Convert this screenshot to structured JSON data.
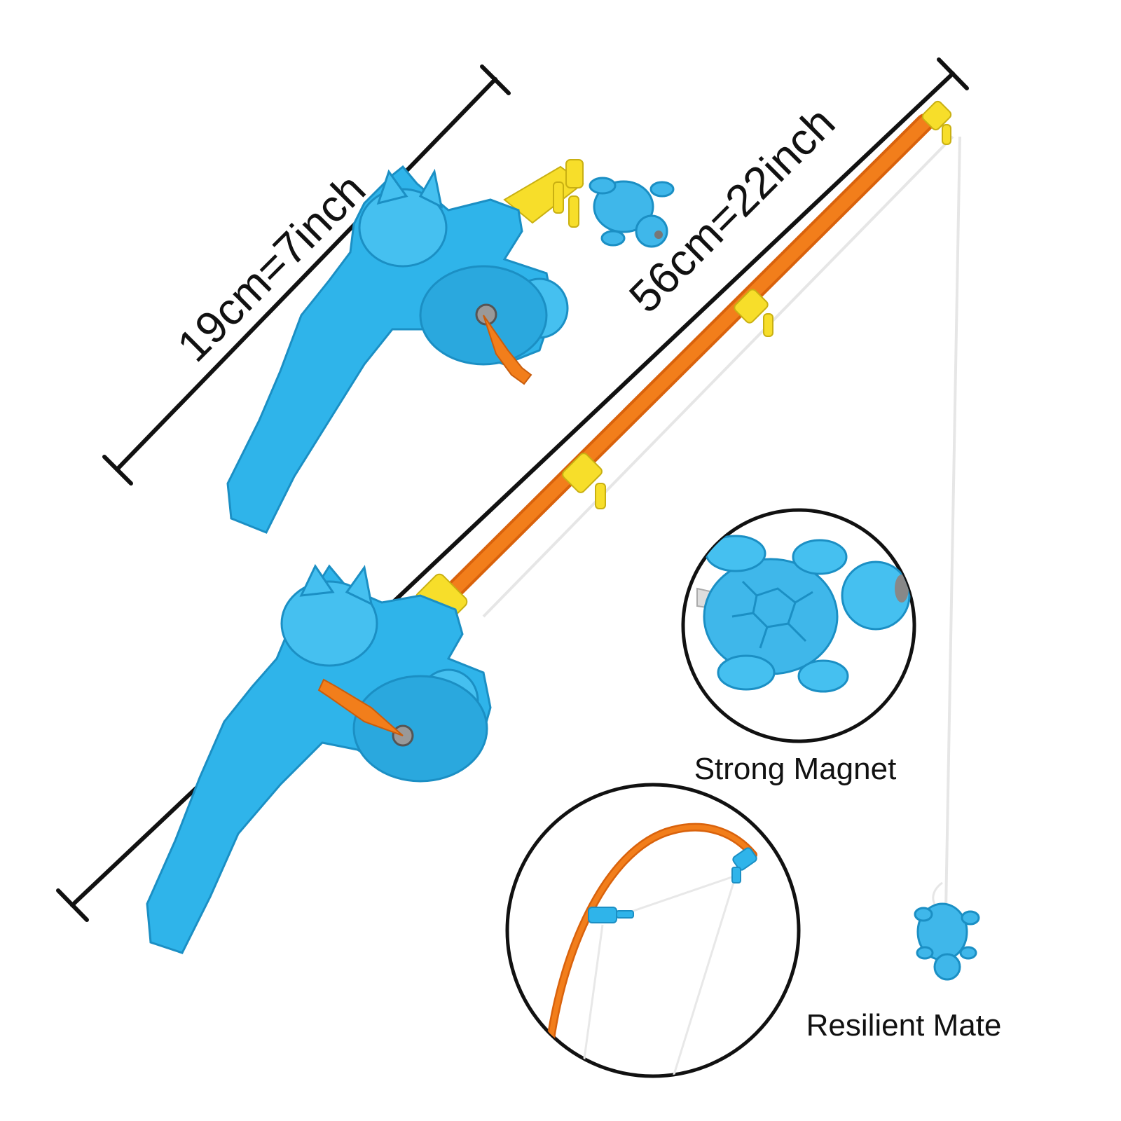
{
  "labels": {
    "short_rod_length": "19cm=7inch",
    "long_rod_length": "56cm=22inch",
    "magnet_caption": "Strong Magnet",
    "rod_caption": "Resilient Mate"
  },
  "colors": {
    "toy_blue": "#2fb4ea",
    "toy_blue_dark": "#1b8fc4",
    "rod_orange": "#f27e1b",
    "rod_orange_dark": "#d9620c",
    "guide_yellow": "#f7de2a",
    "line_white": "#f4f4f4",
    "outline": "#111111"
  },
  "icons": {
    "magnet": "turtle-magnet-icon",
    "reel": "reel-crank-icon"
  }
}
